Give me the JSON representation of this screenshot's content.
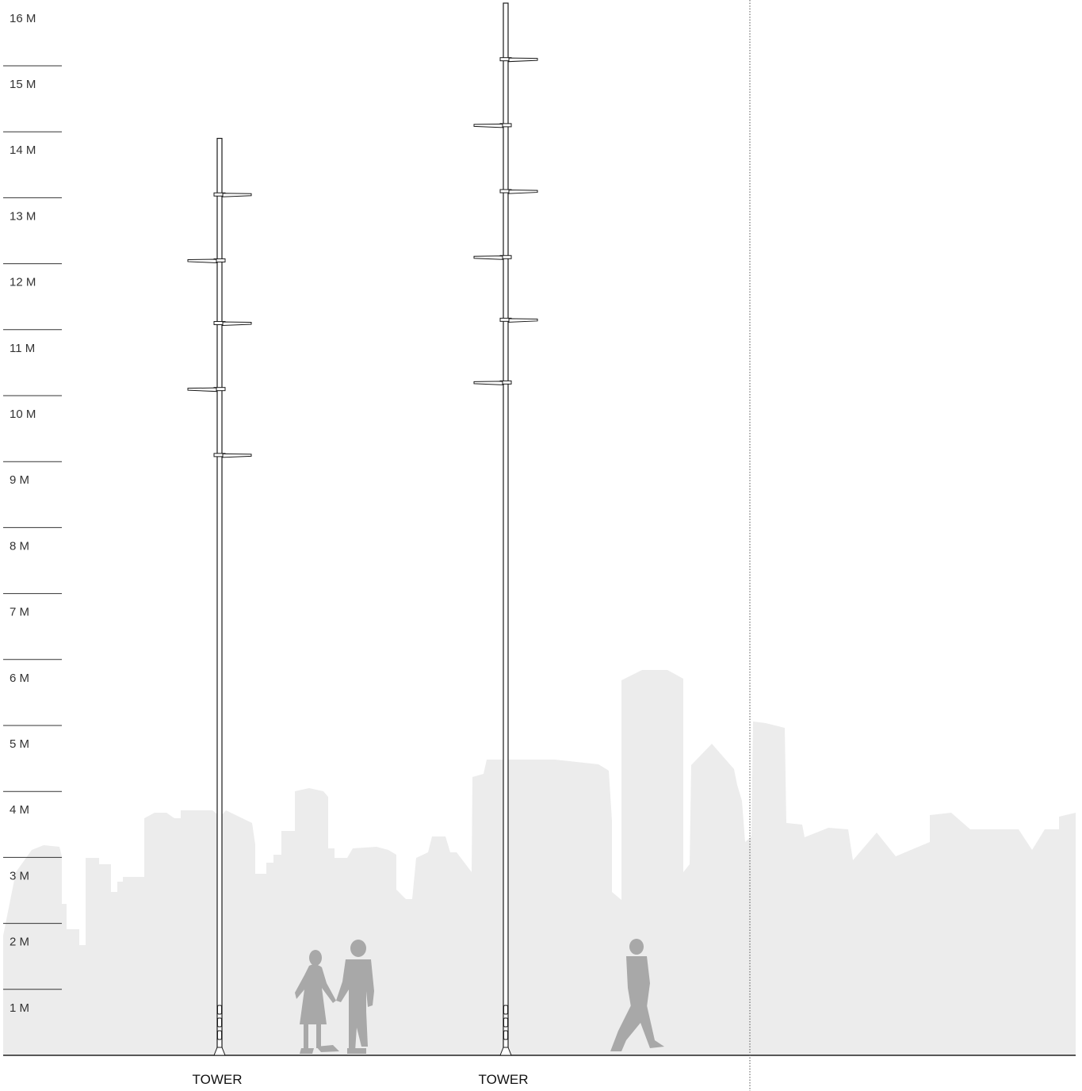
{
  "scale": {
    "unit_labels": [
      "1 M",
      "2 M",
      "3 M",
      "4 M",
      "5 M",
      "6 M",
      "7 M",
      "8 M",
      "9 M",
      "10 M",
      "11 M",
      "12 M",
      "13 M",
      "14 M",
      "15 M",
      "16 M"
    ]
  },
  "towers": [
    {
      "label": "TOWER",
      "height_m": 13.9,
      "luminaire_heights_m": [
        13.05,
        12.05,
        11.1,
        10.1,
        9.1
      ],
      "luminaire_sides": [
        "right",
        "left",
        "right",
        "left",
        "right"
      ]
    },
    {
      "label": "TOWER",
      "height_m": 15.95,
      "luminaire_heights_m": [
        15.1,
        14.1,
        13.1,
        12.1,
        11.15,
        10.2
      ],
      "luminaire_sides": [
        "right",
        "left",
        "right",
        "left",
        "right",
        "left"
      ]
    }
  ],
  "colors": {
    "skyline": "#ececec",
    "people": "#a8a8a8",
    "line": "#1a1a1a",
    "grid": "#333333"
  }
}
